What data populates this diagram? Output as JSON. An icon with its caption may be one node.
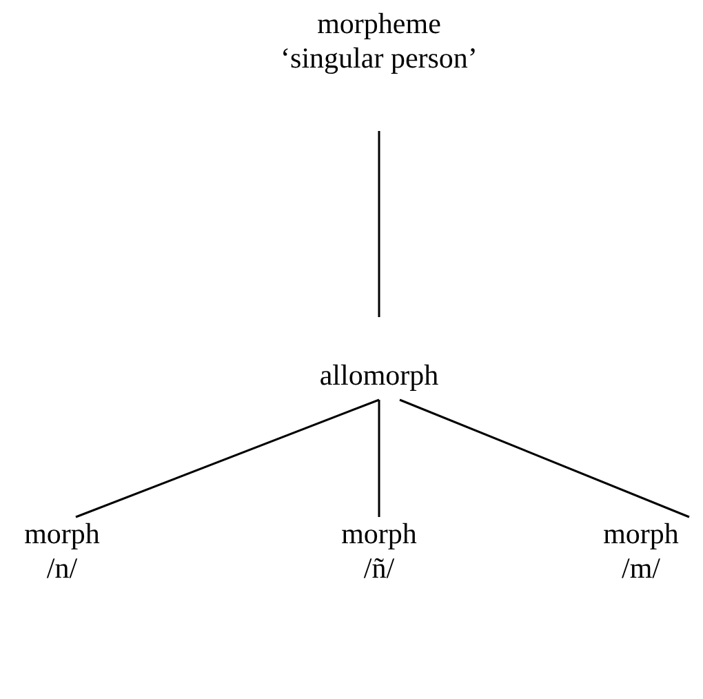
{
  "diagram": {
    "nodes": [
      {
        "text": [
          "morpheme",
          "‘singular person’"
        ]
      },
      {
        "text": [
          "allomorph"
        ]
      },
      {
        "text": [
          "morph",
          "/n/"
        ]
      },
      {
        "text": [
          "morph",
          "/ñ/"
        ]
      },
      {
        "text": [
          "morph",
          "/m/"
        ]
      }
    ],
    "edges": [
      {
        "from": 0,
        "to": 1,
        "arrow": "none"
      },
      {
        "from": 1,
        "to": 2,
        "arrow": "none"
      },
      {
        "from": 1,
        "to": 3,
        "arrow": "none"
      },
      {
        "from": 1,
        "to": 4,
        "arrow": "none"
      }
    ]
  }
}
